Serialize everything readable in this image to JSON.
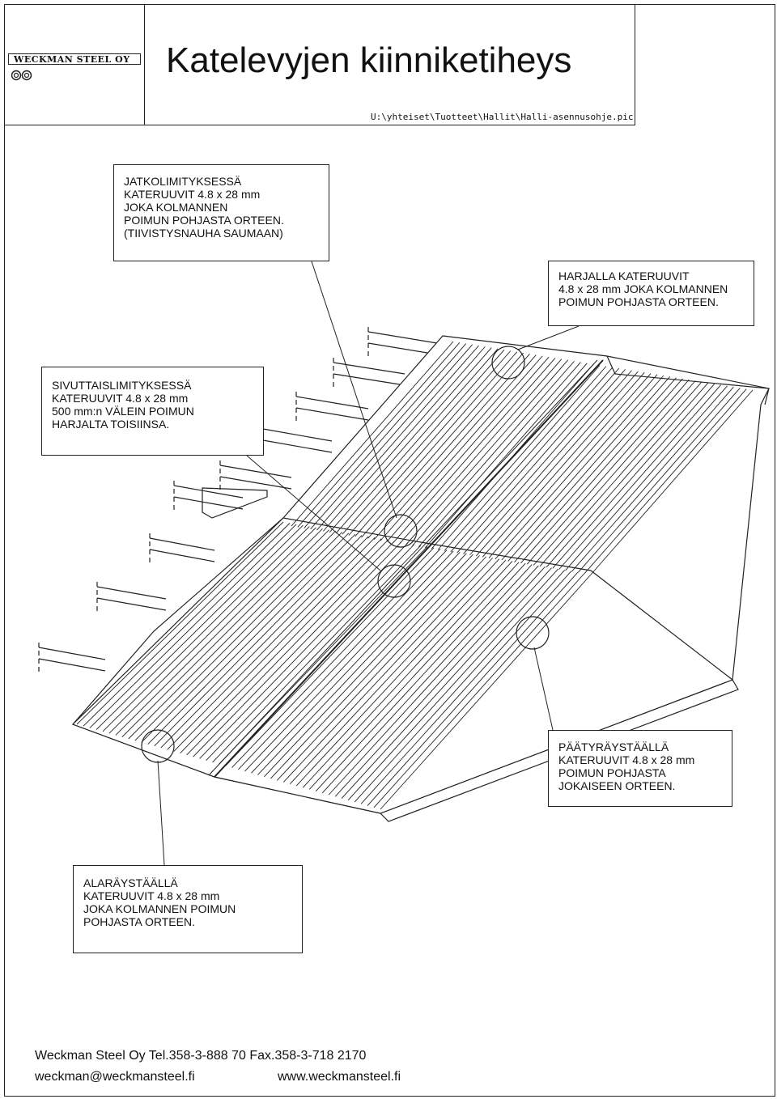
{
  "header": {
    "logo_text": "WECKMAN STEEL OY",
    "title": "Katelevyjen kiinniketiheys",
    "file_path": "U:\\yhteiset\\Tuotteet\\Hallit\\Halli-asennusohje.pic"
  },
  "notes": {
    "lap_joint": [
      "JATKOLIMITYKSESSÄ",
      "KATERUUVIT 4.8 x 28 mm",
      "JOKA KOLMANNEN",
      "POIMUN POHJASTA ORTEEN.",
      "(TIIVISTYSNAUHA SAUMAAN)"
    ],
    "ridge": [
      "HARJALLA KATERUUVIT",
      "4.8 x 28 mm JOKA KOLMANNEN",
      "POIMUN POHJASTA ORTEEN."
    ],
    "side_lap": [
      "SIVUTTAISLIMITYKSESSÄ",
      "KATERUUVIT 4.8 x 28 mm",
      "500 mm:n VÄLEIN POIMUN",
      "HARJALTA TOISIINSA."
    ],
    "gable_eave": [
      "PÄÄTYRÄYSTÄÄLLÄ",
      "KATERUUVIT 4.8 x 28 mm",
      "POIMUN POHJASTA",
      "JOKAISEEN ORTEEN."
    ],
    "lower_eave": [
      "ALARÄYSTÄÄLLÄ",
      "KATERUUVIT 4.8 x 28 mm",
      "JOKA KOLMANNEN POIMUN",
      "POHJASTA ORTEEN."
    ]
  },
  "footer": {
    "company_line": "Weckman Steel Oy  Tel.358-3-888 70  Fax.358-3-718 2170",
    "email": "weckman@weckmansteel.fi",
    "website": "www.weckmansteel.fi"
  }
}
